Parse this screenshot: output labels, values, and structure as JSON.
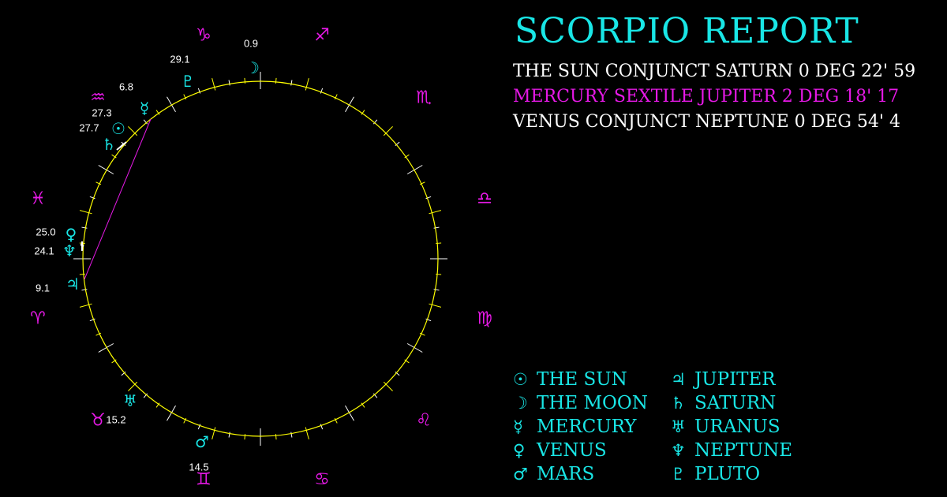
{
  "report": {
    "title": "SCORPIO REPORT",
    "aspects": [
      {
        "text": "THE SUN CONJUNCT SATURN 0 DEG 22' 59",
        "color": "#ffffff"
      },
      {
        "text": "MERCURY SEXTILE JUPITER 2 DEG 18' 17",
        "color": "#e619e6"
      },
      {
        "text": "VENUS CONJUNCT NEPTUNE 0 DEG 54' 4",
        "color": "#ffffff"
      }
    ]
  },
  "colors": {
    "zodiac": "#e619e6",
    "planet": "#19e6e6",
    "wheel": "#ffff00",
    "tick": "#ffffff",
    "aspect_line": "#e619e6",
    "degree_label": "#ffffff"
  },
  "zodiac_signs": [
    {
      "name": "capricorn",
      "glyph": "♑"
    },
    {
      "name": "sagittarius",
      "glyph": "♐"
    },
    {
      "name": "scorpio",
      "glyph": "♏"
    },
    {
      "name": "libra",
      "glyph": "♎"
    },
    {
      "name": "virgo",
      "glyph": "♍"
    },
    {
      "name": "leo",
      "glyph": "♌"
    },
    {
      "name": "cancer",
      "glyph": "♋"
    },
    {
      "name": "gemini",
      "glyph": "♊"
    },
    {
      "name": "taurus",
      "glyph": "♉"
    },
    {
      "name": "aries",
      "glyph": "♈"
    },
    {
      "name": "pisces",
      "glyph": "♓"
    },
    {
      "name": "aquarius",
      "glyph": "♒"
    }
  ],
  "planet_positions": [
    {
      "name": "moon",
      "glyph": "☽",
      "degree": "0.9"
    },
    {
      "name": "pluto",
      "glyph": "♇",
      "degree": "29.1"
    },
    {
      "name": "mercury",
      "glyph": "☿",
      "degree": "6.8"
    },
    {
      "name": "sun",
      "glyph": "☉",
      "degree": "27.3"
    },
    {
      "name": "saturn",
      "glyph": "♄",
      "degree": "27.7"
    },
    {
      "name": "venus",
      "glyph": "♀",
      "degree": "25.0"
    },
    {
      "name": "neptune",
      "glyph": "♆",
      "degree": "24.1"
    },
    {
      "name": "jupiter",
      "glyph": "♃",
      "degree": "9.1"
    },
    {
      "name": "uranus",
      "glyph": "♅",
      "degree": "15.2"
    },
    {
      "name": "mars",
      "glyph": "♂",
      "degree": "14.5"
    }
  ],
  "legend": [
    {
      "glyph": "☉",
      "label": "THE SUN"
    },
    {
      "glyph": "☽",
      "label": "THE MOON"
    },
    {
      "glyph": "☿",
      "label": "MERCURY"
    },
    {
      "glyph": "♀",
      "label": "VENUS"
    },
    {
      "glyph": "♂",
      "label": "MARS"
    },
    {
      "glyph": "♃",
      "label": "JUPITER"
    },
    {
      "glyph": "♄",
      "label": "SATURN"
    },
    {
      "glyph": "♅",
      "label": "URANUS"
    },
    {
      "glyph": "♆",
      "label": "NEPTUNE"
    },
    {
      "glyph": "♇",
      "label": "PLUTO"
    }
  ]
}
